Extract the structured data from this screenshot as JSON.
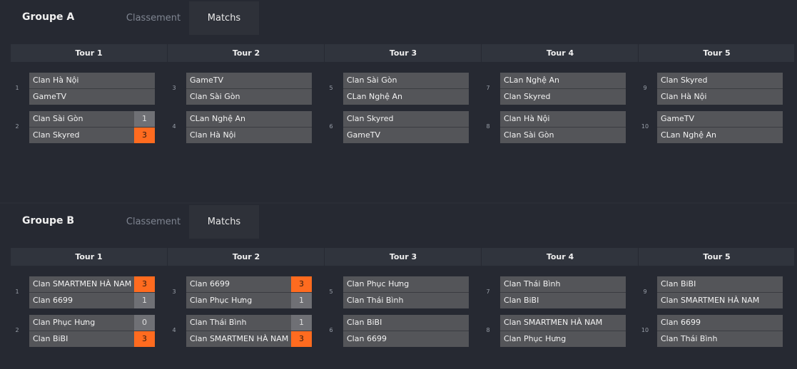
{
  "groups": [
    {
      "title": "Groupe A",
      "tabs": [
        "Classement",
        "Matchs"
      ],
      "tours": [
        "Tour 1",
        "Tour 2",
        "Tour 3",
        "Tour 4",
        "Tour 5"
      ],
      "matches": [
        {
          "num": "1",
          "tour": 0,
          "slot": 0,
          "team1": "Clan Hà Nội",
          "team2": "GameTV",
          "score1": "",
          "score2": ""
        },
        {
          "num": "2",
          "tour": 0,
          "slot": 1,
          "team1": "Clan Sài Gòn",
          "team2": "Clan Skyred",
          "score1": "1",
          "score2": "3"
        },
        {
          "num": "3",
          "tour": 1,
          "slot": 0,
          "team1": "GameTV",
          "team2": "Clan Sài Gòn",
          "score1": "",
          "score2": ""
        },
        {
          "num": "4",
          "tour": 1,
          "slot": 1,
          "team1": "CLan Nghệ An",
          "team2": "Clan Hà Nội",
          "score1": "",
          "score2": ""
        },
        {
          "num": "5",
          "tour": 2,
          "slot": 0,
          "team1": "Clan Sài Gòn",
          "team2": "CLan Nghệ An",
          "score1": "",
          "score2": ""
        },
        {
          "num": "6",
          "tour": 2,
          "slot": 1,
          "team1": "Clan Skyred",
          "team2": "GameTV",
          "score1": "",
          "score2": ""
        },
        {
          "num": "7",
          "tour": 3,
          "slot": 0,
          "team1": "CLan Nghệ An",
          "team2": "Clan Skyred",
          "score1": "",
          "score2": ""
        },
        {
          "num": "8",
          "tour": 3,
          "slot": 1,
          "team1": "Clan Hà Nội",
          "team2": "Clan Sài Gòn",
          "score1": "",
          "score2": ""
        },
        {
          "num": "9",
          "tour": 4,
          "slot": 0,
          "team1": "Clan Skyred",
          "team2": "Clan Hà Nội",
          "score1": "",
          "score2": ""
        },
        {
          "num": "10",
          "tour": 4,
          "slot": 1,
          "team1": "GameTV",
          "team2": "CLan Nghệ An",
          "score1": "",
          "score2": ""
        }
      ]
    },
    {
      "title": "Groupe B",
      "tabs": [
        "Classement",
        "Matchs"
      ],
      "tours": [
        "Tour 1",
        "Tour 2",
        "Tour 3",
        "Tour 4",
        "Tour 5"
      ],
      "matches": [
        {
          "num": "1",
          "tour": 0,
          "slot": 0,
          "team1": "Clan SMARTMEN HÀ NAM",
          "team2": "Clan 6699",
          "score1": "3",
          "score2": "1"
        },
        {
          "num": "2",
          "tour": 0,
          "slot": 1,
          "team1": "Clan Phục Hưng",
          "team2": "Clan BiBI",
          "score1": "0",
          "score2": "3"
        },
        {
          "num": "3",
          "tour": 1,
          "slot": 0,
          "team1": "Clan 6699",
          "team2": "Clan Phục Hưng",
          "score1": "3",
          "score2": "1"
        },
        {
          "num": "4",
          "tour": 1,
          "slot": 1,
          "team1": "Clan Thái Bình",
          "team2": "Clan SMARTMEN HÀ NAM",
          "score1": "1",
          "score2": "3"
        },
        {
          "num": "5",
          "tour": 2,
          "slot": 0,
          "team1": "Clan Phục Hưng",
          "team2": "Clan Thái Bình",
          "score1": "",
          "score2": ""
        },
        {
          "num": "6",
          "tour": 2,
          "slot": 1,
          "team1": "Clan BiBI",
          "team2": "Clan 6699",
          "score1": "",
          "score2": ""
        },
        {
          "num": "7",
          "tour": 3,
          "slot": 0,
          "team1": "Clan Thái Bình",
          "team2": "Clan BiBI",
          "score1": "",
          "score2": ""
        },
        {
          "num": "8",
          "tour": 3,
          "slot": 1,
          "team1": "Clan SMARTMEN HÀ NAM",
          "team2": "Clan Phục Hưng",
          "score1": "",
          "score2": ""
        },
        {
          "num": "9",
          "tour": 4,
          "slot": 0,
          "team1": "Clan BiBI",
          "team2": "Clan SMARTMEN HÀ NAM",
          "score1": "",
          "score2": ""
        },
        {
          "num": "10",
          "tour": 4,
          "slot": 1,
          "team1": "Clan 6699",
          "team2": "Clan Thái Bình",
          "score1": "",
          "score2": ""
        }
      ]
    }
  ]
}
